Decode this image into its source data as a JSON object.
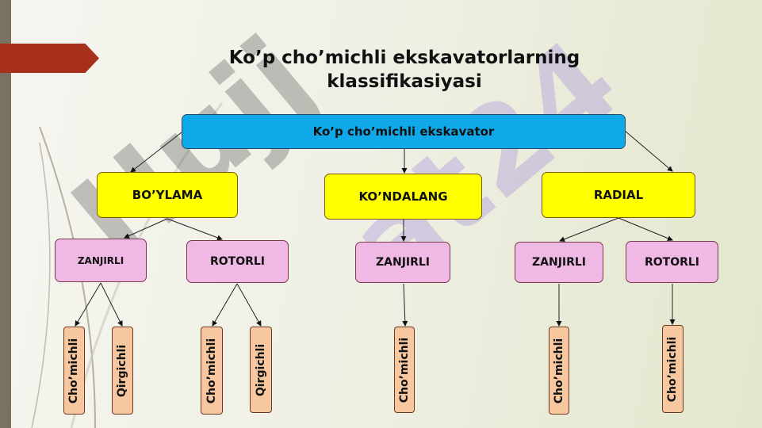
{
  "title": "Ko’p cho’michli ekskavatorlarning klassifikasiyasi",
  "watermark": "Hujjat24",
  "colors": {
    "root": "#0fa8e8",
    "level1": "#ffff00",
    "level2": "#f0b8e4",
    "leaf": "#f7c8a0",
    "banner": "#a6301a"
  },
  "root": "Ko’p cho’michli ekskavator",
  "level1": [
    "BO’YLAMA",
    "KO’NDALANG",
    "RADIAL"
  ],
  "level2": [
    "ZANJIRLI",
    "ROTORLI",
    "ZANJIRLI",
    "ZANJIRLI",
    "ROTORLI"
  ],
  "leaves": [
    "Cho’michli",
    "Qirgichli",
    "Cho’michli",
    "Qirgichli",
    "Cho’michli",
    "Cho’michli",
    "Cho’michli"
  ]
}
